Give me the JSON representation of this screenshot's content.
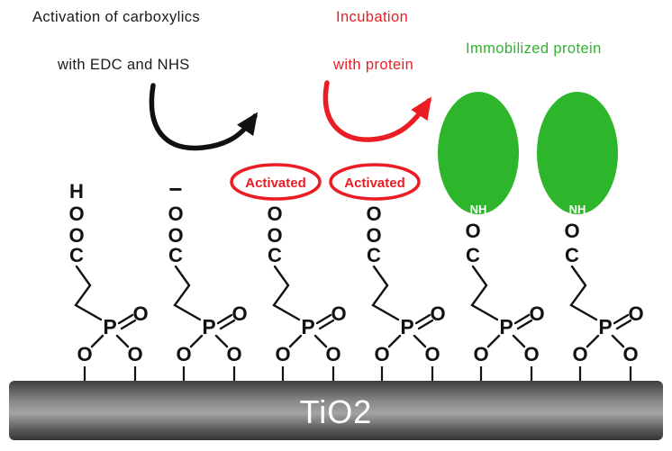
{
  "colors": {
    "black": "#1a1a1a",
    "red": "#ec1c24",
    "green": "#2db52b",
    "substrate_dark": "#353535",
    "substrate_light": "#a3a3a3",
    "white": "#ffffff"
  },
  "labels": {
    "activation_line1": "Activation of carboxylics",
    "activation_line2": "with EDC and NHS",
    "incubation_line1": "Incubation",
    "incubation_line2": "with protein",
    "immobilized": "Immobilized protein",
    "substrate": "TiO2"
  },
  "atoms": {
    "P": "P",
    "O": "O"
  },
  "molecules": [
    {
      "type": "carboxylic-acid",
      "head": [
        "H",
        "O",
        "O",
        "C"
      ]
    },
    {
      "type": "carboxylate",
      "head": [
        "−",
        "O",
        "O",
        "C"
      ]
    },
    {
      "type": "nhs-activated",
      "badge": "Activated",
      "head": [
        "O",
        "O",
        "C"
      ]
    },
    {
      "type": "nhs-activated",
      "badge": "Activated",
      "head": [
        "O",
        "O",
        "C"
      ]
    },
    {
      "type": "protein-conjugated",
      "protein_label": "NH",
      "head": [
        "O",
        "C"
      ]
    },
    {
      "type": "protein-conjugated",
      "protein_label": "NH",
      "head": [
        "O",
        "C"
      ]
    }
  ]
}
